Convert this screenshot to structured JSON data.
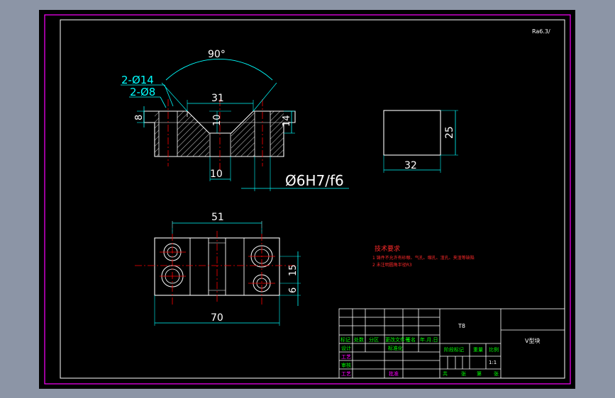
{
  "colors": {
    "background": "#8c95a6",
    "paper": "#000000",
    "outer_border": "#ff00ff",
    "geometry": "#ffffff",
    "dimension": "#00ffff",
    "centerline": "#ff0000",
    "hatch": "#ffffff",
    "title_text": "#00ff00"
  },
  "drawing": {
    "corner_mark": "Ra6.3/",
    "front_view": {
      "angle_label": "90°",
      "hole_callout_1": "2-Ø14",
      "hole_callout_2": "2-Ø8",
      "top_width": "31",
      "groove_depth": "10",
      "left_height": "8",
      "right_height": "14",
      "bottom_width": "10",
      "fit_callout": "Ø6H7/f6"
    },
    "side_view": {
      "width": "32",
      "height": "25"
    },
    "top_view": {
      "hole_spacing": "51",
      "overall_length": "70",
      "dim_15": "15",
      "dim_6": "6"
    },
    "tech_requirements": {
      "title": "技术要求",
      "line1": "1 铸件不允许有砂眼、气孔、缩孔、渣孔、夹渣等缺陷",
      "line2": "2 未注明圆角半径R3"
    }
  },
  "title_block": {
    "material": "T8",
    "part_name": "V型块",
    "scale": "1:1",
    "cells": {
      "mark": "标记",
      "count": "处数",
      "zone": "分区",
      "change_doc": "更改文件号",
      "signature": "签名",
      "date": "年.月.日",
      "designer": "设计",
      "standardization": "标准化",
      "checker": "审核",
      "process": "工艺",
      "approve": "批准",
      "stage_mark": "阶段标记",
      "weight": "重量",
      "scale_label": "比例",
      "total": "共",
      "sheet_unit": "张",
      "sheet": "第"
    }
  }
}
